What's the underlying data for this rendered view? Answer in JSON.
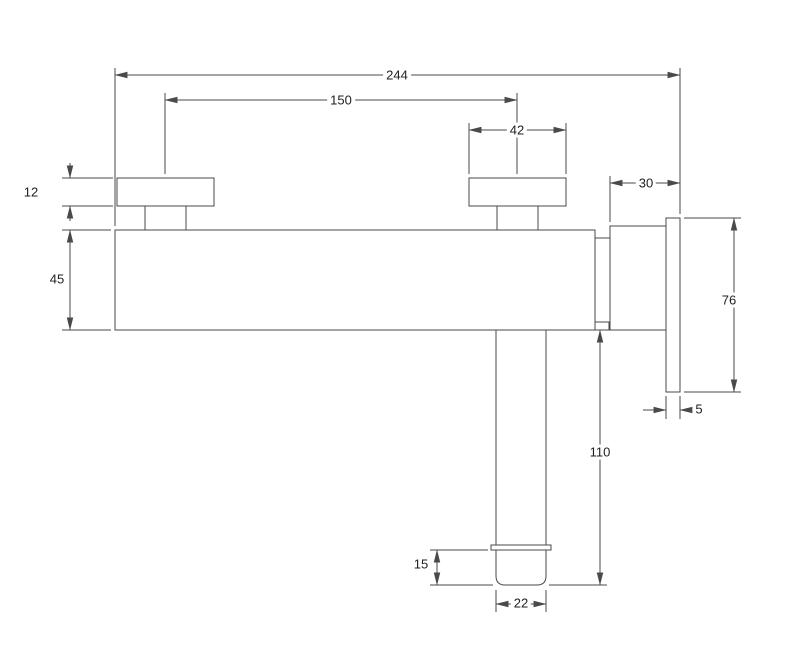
{
  "drawing": {
    "colors": {
      "line": "#4a4a4a",
      "text": "#1f1f1f",
      "background": "#ffffff"
    },
    "dims": {
      "overall_width": "244",
      "mount_centers": "150",
      "flange_width": "42",
      "wall_offset": "30",
      "flange_height": "12",
      "body_height": "45",
      "plate_height": "76",
      "plate_thickness": "5",
      "spout_drop": "110",
      "tip_height": "15",
      "spout_width": "22"
    }
  }
}
